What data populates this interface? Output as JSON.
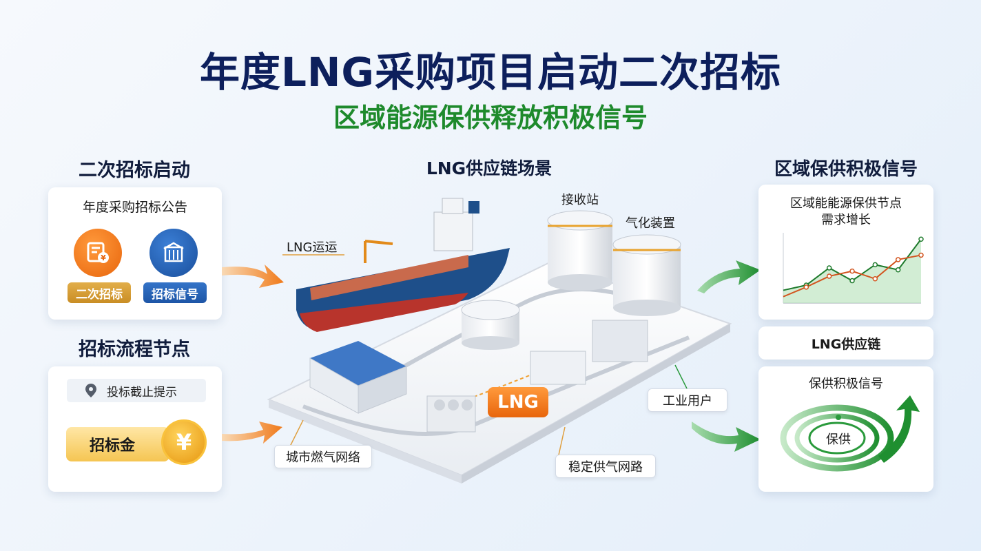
{
  "header": {
    "title": "年度LNG采购项目启动二次招标",
    "subtitle": "区域能源保供释放积极信号"
  },
  "left": {
    "section1_heading": "二次招标启动",
    "announcement_title": "年度采购招标公告",
    "badge1_label": "二次招标",
    "badge2_label": "招标信号",
    "section2_heading": "招标流程节点",
    "deadline_label": "投标截止提示",
    "deposit_label": "招标金",
    "deposit_symbol": "¥"
  },
  "center": {
    "heading": "LNG供应链场景",
    "label_transport": "LNG运运",
    "label_terminal": "接收站",
    "label_vaporizer": "气化装置",
    "label_lng_tag": "LNG",
    "label_industrial": "工业用户",
    "label_city_gas": "城市燃气网络",
    "label_stable": "稳定供气网路"
  },
  "right": {
    "heading": "区域保供积极信号",
    "chart_title_line1": "区域能能源保供节点",
    "chart_title_line2": "需求增长",
    "supply_chain_label": "LNG供应链",
    "signal_title": "保供积极信号",
    "signal_center": "保供"
  },
  "colors": {
    "title_navy": "#0d1f5c",
    "subtitle_green": "#1e8a2c",
    "accent_orange": "#f07a1a",
    "accent_blue": "#1f5fb0",
    "accent_green": "#2a9a3c"
  },
  "chart_data": {
    "type": "line",
    "title": "区域能能源保供节点 需求增长",
    "xlabel": "",
    "ylabel": "",
    "x": [
      0,
      1,
      2,
      3,
      4,
      5,
      6
    ],
    "series": [
      {
        "values": [
          20,
          28,
          55,
          35,
          60,
          52,
          100
        ]
      },
      {
        "values": [
          10,
          25,
          42,
          50,
          38,
          68,
          75
        ]
      }
    ],
    "ylim": [
      0,
      110
    ],
    "grid": false
  }
}
